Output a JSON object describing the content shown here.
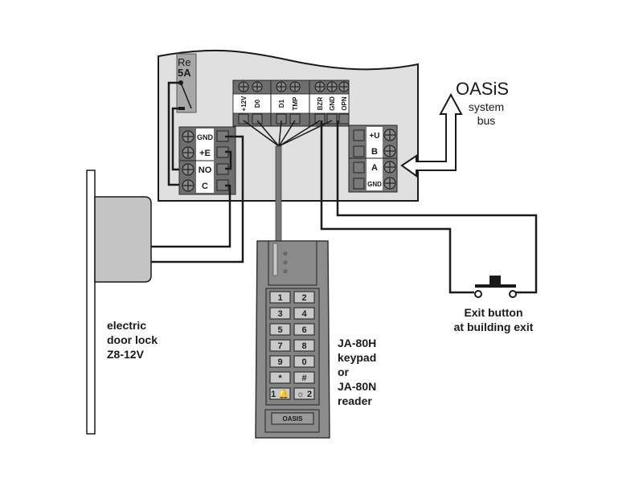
{
  "relay": {
    "line1": "Re",
    "line2": "5A"
  },
  "lock_terminal": {
    "labels": [
      "GND",
      "+E",
      "NO",
      "C"
    ]
  },
  "reader_terminal": {
    "labels": [
      "+12V",
      "D0",
      "D1",
      "TMP",
      "BZR",
      "GND",
      "OPN"
    ]
  },
  "bus_terminal": {
    "labels": [
      "+U",
      "B",
      "A",
      "GND"
    ]
  },
  "oasis": {
    "title": "OASiS",
    "subtitle_1": "system",
    "subtitle_2": "bus"
  },
  "door_lock": {
    "line1": "electric",
    "line2": "door lock",
    "line3": "Z8-12V"
  },
  "keypad": {
    "line1": "JA-80H",
    "line2": "keypad",
    "line3": "or",
    "line4": "JA-80N",
    "line5": "reader",
    "keys": [
      "1",
      "2",
      "3",
      "4",
      "5",
      "6",
      "7",
      "8",
      "9",
      "0",
      "*",
      "#"
    ],
    "func_keys": [
      "bell-1",
      "light-2"
    ],
    "brand": "OASIS"
  },
  "exit_button": {
    "line1": "Exit button",
    "line2": "at building exit"
  },
  "colors": {
    "panel": "#e0e0e0",
    "device": "#8c8c8c",
    "lock_body": "#c4c4c4",
    "wire": "#1a1a1a"
  }
}
